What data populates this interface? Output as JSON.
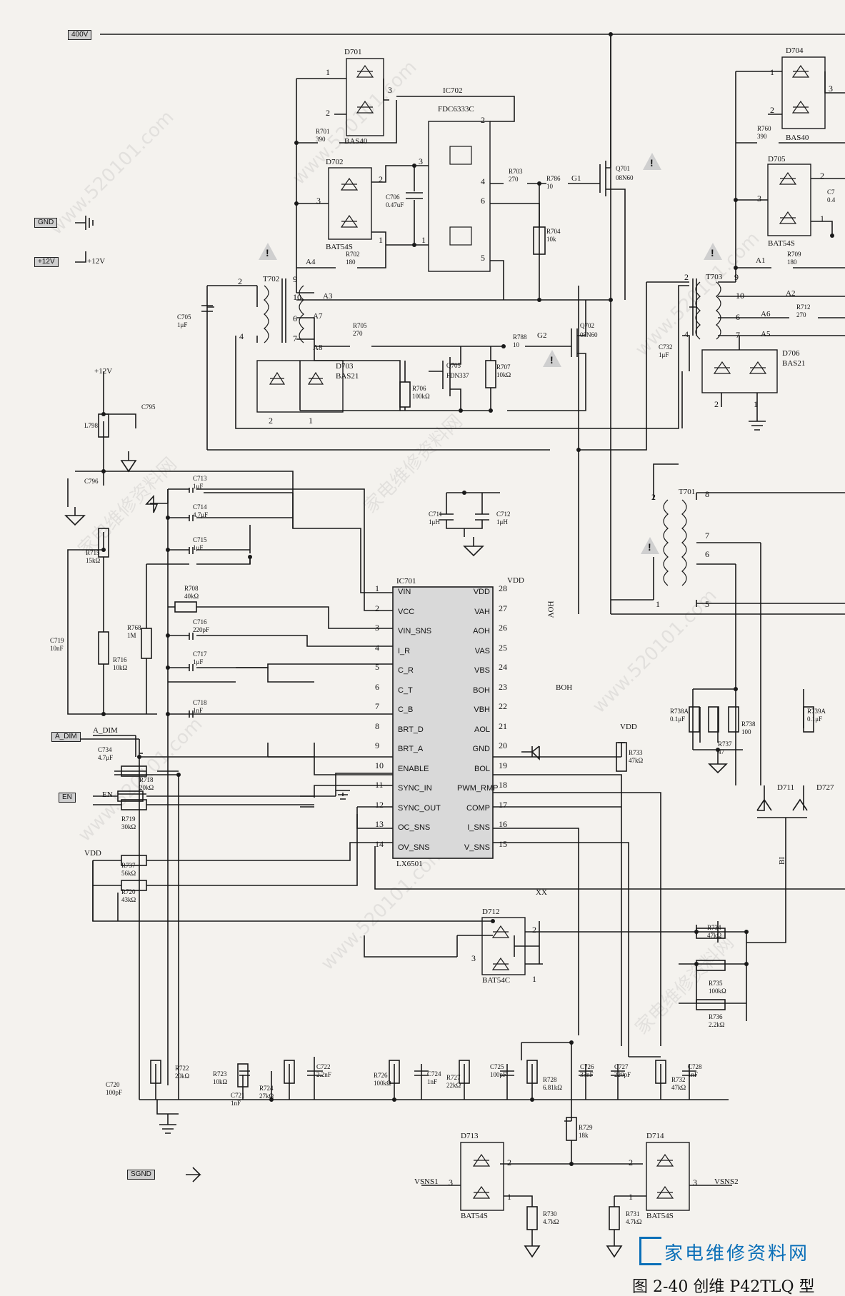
{
  "figure": {
    "caption": "图 2-40  创维 P42TLQ 型",
    "brand_logo_text": "家电维修资料网",
    "watermark_text": "www.520101.com"
  },
  "ports": {
    "v400": "400V",
    "gnd": "GND",
    "p12v": "+12V",
    "p12v_text": "+12V",
    "a_dim": "A_DIM",
    "en": "EN",
    "sgnd": "SGND"
  },
  "nets": {
    "plus12v": "+12V",
    "vdd_ic": "VDD",
    "vdd_r733": "VDD",
    "vdd_r737": "VDD",
    "aoh": "AOH",
    "boh": "BOH",
    "a_dim": "A_DIM",
    "en": "EN",
    "bi": "BI",
    "xx": "XX",
    "g1": "G1",
    "g2": "G2",
    "a1": "A1",
    "a2": "A2",
    "a3": "A3",
    "a4": "A4",
    "a5": "A5",
    "a6": "A6",
    "a7": "A7",
    "a8": "A8",
    "vsns1": "VSNS1",
    "vsns2": "VSNS2"
  },
  "ic701": {
    "ref": "IC701",
    "part": "LX6501",
    "left_pins": [
      {
        "num": "1",
        "name": "VIN"
      },
      {
        "num": "2",
        "name": "VCC"
      },
      {
        "num": "3",
        "name": "VIN_SNS"
      },
      {
        "num": "4",
        "name": "I_R"
      },
      {
        "num": "5",
        "name": "C_R"
      },
      {
        "num": "6",
        "name": "C_T"
      },
      {
        "num": "7",
        "name": "C_B"
      },
      {
        "num": "8",
        "name": "BRT_D"
      },
      {
        "num": "9",
        "name": "BRT_A"
      },
      {
        "num": "10",
        "name": "ENABLE"
      },
      {
        "num": "11",
        "name": "SYNC_IN"
      },
      {
        "num": "12",
        "name": "SYNC_OUT"
      },
      {
        "num": "13",
        "name": "OC_SNS"
      },
      {
        "num": "14",
        "name": "OV_SNS"
      }
    ],
    "right_pins": [
      {
        "num": "28",
        "name": "VDD"
      },
      {
        "num": "27",
        "name": "VAH"
      },
      {
        "num": "26",
        "name": "AOH"
      },
      {
        "num": "25",
        "name": "VAS"
      },
      {
        "num": "24",
        "name": "VBS"
      },
      {
        "num": "23",
        "name": "BOH"
      },
      {
        "num": "22",
        "name": "VBH"
      },
      {
        "num": "21",
        "name": "AOL"
      },
      {
        "num": "20",
        "name": "GND"
      },
      {
        "num": "19",
        "name": "BOL"
      },
      {
        "num": "18",
        "name": "PWM_RMP"
      },
      {
        "num": "17",
        "name": "COMP"
      },
      {
        "num": "16",
        "name": "I_SNS"
      },
      {
        "num": "15",
        "name": "V_SNS"
      }
    ]
  },
  "ic702": {
    "ref": "IC702",
    "part": "FDC6333C"
  },
  "transistors": [
    {
      "ref": "Q701",
      "part": "08N60"
    },
    {
      "ref": "Q702",
      "part": "08N60"
    },
    {
      "ref": "Q705",
      "part": "FDN337"
    }
  ],
  "transformers": [
    {
      "ref": "T701"
    },
    {
      "ref": "T702"
    },
    {
      "ref": "T703"
    }
  ],
  "diodes": [
    {
      "ref": "D701",
      "part": "BAS40"
    },
    {
      "ref": "D702",
      "part": "BAT54S"
    },
    {
      "ref": "D703",
      "part": "BAS21"
    },
    {
      "ref": "D704",
      "part": "BAS40"
    },
    {
      "ref": "D705",
      "part": "BAT54S"
    },
    {
      "ref": "D706",
      "part": "BAS21"
    },
    {
      "ref": "D711",
      "part": ""
    },
    {
      "ref": "D727",
      "part": ""
    },
    {
      "ref": "D712",
      "part": "BAT54C"
    },
    {
      "ref": "D713",
      "part": "BAT54S"
    },
    {
      "ref": "D714",
      "part": "BAT54S"
    }
  ],
  "resistors": [
    {
      "ref": "R701",
      "value": "390"
    },
    {
      "ref": "R702",
      "value": "180"
    },
    {
      "ref": "R703",
      "value": "270"
    },
    {
      "ref": "R786",
      "value": "10"
    },
    {
      "ref": "R704",
      "value": "10k"
    },
    {
      "ref": "R705",
      "value": "270"
    },
    {
      "ref": "R788",
      "value": "10"
    },
    {
      "ref": "R706",
      "value": "100kΩ"
    },
    {
      "ref": "R707",
      "value": "10kΩ"
    },
    {
      "ref": "R760",
      "value": "390"
    },
    {
      "ref": "R709",
      "value": "180"
    },
    {
      "ref": "R712",
      "value": "270"
    },
    {
      "ref": "R715",
      "value": "15kΩ"
    },
    {
      "ref": "R716",
      "value": "10kΩ"
    },
    {
      "ref": "R768",
      "value": "1M"
    },
    {
      "ref": "R708",
      "value": "40kΩ"
    },
    {
      "ref": "R718",
      "value": "20kΩ"
    },
    {
      "ref": "R719",
      "value": "30kΩ"
    },
    {
      "ref": "R737",
      "value": "56kΩ"
    },
    {
      "ref": "R720",
      "value": "43kΩ"
    },
    {
      "ref": "R733",
      "value": "47kΩ"
    },
    {
      "ref": "R738A",
      "value": "0.1μF"
    },
    {
      "ref": "R737",
      "value": "47"
    },
    {
      "ref": "R738",
      "value": "100"
    },
    {
      "ref": "R739A",
      "value": "0.1μF"
    },
    {
      "ref": "R734",
      "value": "47kΩ"
    },
    {
      "ref": "R735",
      "value": "100kΩ"
    },
    {
      "ref": "R736",
      "value": "2.2kΩ"
    },
    {
      "ref": "R722",
      "value": "20kΩ"
    },
    {
      "ref": "R723",
      "value": "10kΩ"
    },
    {
      "ref": "R724",
      "value": "27kΩ"
    },
    {
      "ref": "R726",
      "value": "100kΩ"
    },
    {
      "ref": "R727",
      "value": "22kΩ"
    },
    {
      "ref": "R728",
      "value": "6.81kΩ"
    },
    {
      "ref": "R732",
      "value": "47kΩ"
    },
    {
      "ref": "R729",
      "value": "18k"
    },
    {
      "ref": "R730",
      "value": "4.7kΩ"
    },
    {
      "ref": "R731",
      "value": "4.7kΩ"
    }
  ],
  "capacitors": [
    {
      "ref": "C706",
      "value": "0.47uF"
    },
    {
      "ref": "C705",
      "value": "1μF"
    },
    {
      "ref": "C732",
      "value": "1μF"
    },
    {
      "ref": "C795",
      "value": ""
    },
    {
      "ref": "C796",
      "value": ""
    },
    {
      "ref": "C713",
      "value": "1μF"
    },
    {
      "ref": "C714",
      "value": "4.7μF"
    },
    {
      "ref": "C715",
      "value": "1μF"
    },
    {
      "ref": "C711",
      "value": "1μH"
    },
    {
      "ref": "C712",
      "value": "1μH"
    },
    {
      "ref": "C716",
      "value": "220pF"
    },
    {
      "ref": "C717",
      "value": "1μF"
    },
    {
      "ref": "C718",
      "value": "1nF"
    },
    {
      "ref": "C719",
      "value": "10nF"
    },
    {
      "ref": "C734",
      "value": "4.7μF"
    },
    {
      "ref": "C720",
      "value": "100pF"
    },
    {
      "ref": "C721",
      "value": "1nF"
    },
    {
      "ref": "C722",
      "value": "2.2nF"
    },
    {
      "ref": "C724",
      "value": "1nF"
    },
    {
      "ref": "C725",
      "value": "100pF"
    },
    {
      "ref": "C726",
      "value": "33nF"
    },
    {
      "ref": "C727",
      "value": "220pF"
    },
    {
      "ref": "C728",
      "value": "1nF"
    },
    {
      "ref": "C7",
      "value": "0.4"
    }
  ],
  "inductors": [
    {
      "ref": "L798"
    }
  ],
  "pin_marks": {
    "t702": [
      "2",
      "9",
      "10",
      "6",
      "7",
      "4"
    ],
    "t703": [
      "2",
      "9",
      "10",
      "6",
      "7",
      "4"
    ],
    "t701": [
      "2",
      "8",
      "7",
      "6",
      "1",
      "5"
    ],
    "d701": [
      "1",
      "2",
      "3"
    ],
    "d702": [
      "2",
      "3",
      "1"
    ],
    "d704": [
      "1",
      "2",
      "3"
    ],
    "d705": [
      "2",
      "3",
      "1"
    ],
    "ic702": [
      "2",
      "3",
      "4",
      "6",
      "1",
      "5"
    ],
    "d703": [
      "2",
      "1"
    ],
    "d706": [
      "2",
      "1"
    ],
    "d712": [
      "2",
      "3",
      "1"
    ],
    "d713": [
      "2",
      "3",
      "1"
    ],
    "d714": [
      "2",
      "3",
      "1"
    ]
  }
}
